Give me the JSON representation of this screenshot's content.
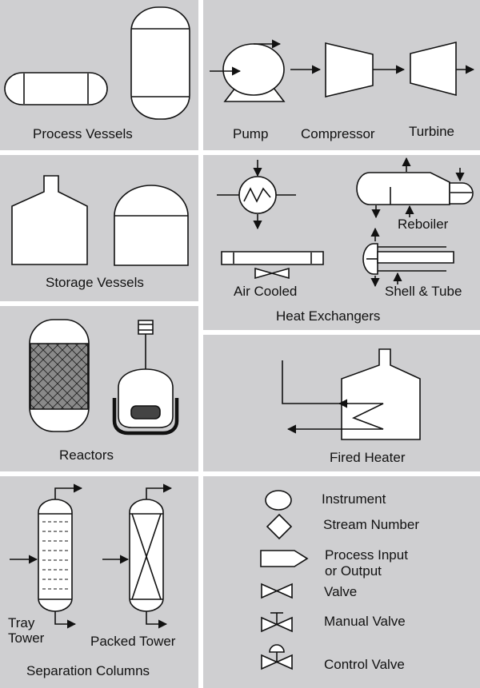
{
  "colors": {
    "panel": "#cfcfd1",
    "ink": "#111111",
    "fill": "#ffffff",
    "packing": "#8a8a8a",
    "agitator": "#444444"
  },
  "panels": {
    "process_vessels": {
      "title": "Process Vessels"
    },
    "rotating": {
      "pump": "Pump",
      "compressor": "Compressor",
      "turbine": "Turbine"
    },
    "storage_vessels": {
      "title": "Storage Vessels"
    },
    "heat_exchangers": {
      "title": "Heat Exchangers",
      "reboiler": "Reboiler",
      "air_cooled": "Air Cooled",
      "shell_tube": "Shell & Tube"
    },
    "reactors": {
      "title": "Reactors"
    },
    "fired_heater": {
      "title": "Fired Heater"
    },
    "separation": {
      "title": "Separation Columns",
      "tray_tower_line1": "Tray",
      "tray_tower_line2": "Tower",
      "packed_tower": "Packed Tower"
    },
    "legend": {
      "instrument": "Instrument",
      "stream_number": "Stream Number",
      "process_io_line1": "Process Input",
      "process_io_line2": "or Output",
      "valve": "Valve",
      "manual_valve": "Manual Valve",
      "control_valve": "Control Valve"
    }
  }
}
